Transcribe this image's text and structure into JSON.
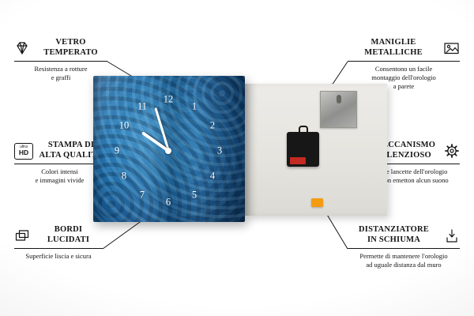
{
  "callouts": {
    "vetro": {
      "title": "VETRO\nTEMPERATO",
      "subtitle": "Resistenza a rotture\ne graffi",
      "icon": "diamond-icon"
    },
    "stampa": {
      "title": "STAMPA DI\nALTA QUALITÀ",
      "subtitle": "Colori intensi\ne immagini vivide",
      "icon": "ultra-hd-icon",
      "icon_top": "ultra",
      "icon_bottom": "HD"
    },
    "bordi": {
      "title": "BORDI\nLUCIDATI",
      "subtitle": "Superficie liscia e sicura",
      "icon": "layers-icon"
    },
    "maniglie": {
      "title": "MANIGLIE\nMETALLICHE",
      "subtitle": "Consentono un facile\nmontaggio dell'orologio\na parete",
      "icon": "picture-icon"
    },
    "meccanismo": {
      "title": "MECCANISMO\nSILENZIOSO",
      "subtitle": "Le lancette dell'orologio\nnon emetton alcun suono",
      "icon": "gear-icon"
    },
    "distanziatore": {
      "title": "DISTANZIATORE\nIN SCHIUMA",
      "subtitle": "Permette di mantenere l'orologio\nad uguale distanza dal muro",
      "icon": "spacer-icon"
    }
  },
  "clock": {
    "numbers": [
      "12",
      "1",
      "2",
      "3",
      "4",
      "5",
      "6",
      "7",
      "8",
      "9",
      "10",
      "11"
    ]
  },
  "colors": {
    "clock_blue": "#2270ab",
    "clock_blue_dark": "#082b4e",
    "foam_orange": "#f39c12",
    "battery_red": "#c32a22",
    "metal_gray": "#a0a09e",
    "line_black": "#151515",
    "back_panel": "#e6e4df"
  }
}
